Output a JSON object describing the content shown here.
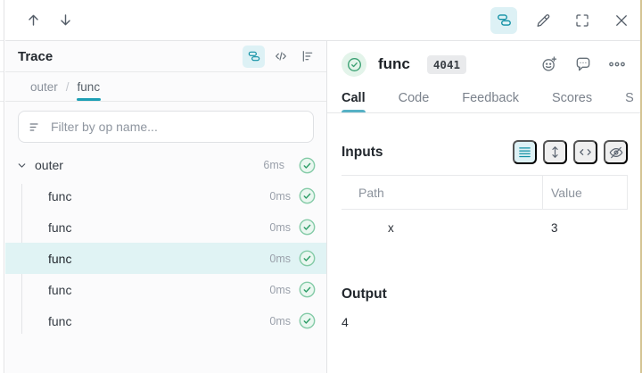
{
  "toolbar": {
    "icons": [
      "arrow-up",
      "arrow-down",
      "trace-tree",
      "pencil",
      "fullscreen",
      "close"
    ]
  },
  "trace_panel": {
    "title": "Trace",
    "view_icons": [
      "trace-tree",
      "code",
      "flame-graph"
    ],
    "breadcrumb": {
      "items": [
        "outer",
        "func"
      ],
      "separator": "/",
      "active": "func"
    },
    "filter": {
      "placeholder": "Filter by op name..."
    },
    "tree": [
      {
        "label": "outer",
        "duration": "6ms",
        "level": 0,
        "expanded": true,
        "status": "success",
        "selected": false
      },
      {
        "label": "func",
        "duration": "0ms",
        "level": 1,
        "status": "success",
        "selected": false
      },
      {
        "label": "func",
        "duration": "0ms",
        "level": 1,
        "status": "success",
        "selected": false
      },
      {
        "label": "func",
        "duration": "0ms",
        "level": 1,
        "status": "success",
        "selected": true
      },
      {
        "label": "func",
        "duration": "0ms",
        "level": 1,
        "status": "success",
        "selected": false
      },
      {
        "label": "func",
        "duration": "0ms",
        "level": 1,
        "status": "success",
        "selected": false
      }
    ]
  },
  "call_panel": {
    "status": "success",
    "title": "func",
    "badge": "4041",
    "header_icons": [
      "add-reaction",
      "comment",
      "overflow-menu"
    ],
    "tabs": [
      {
        "label": "Call",
        "active": true
      },
      {
        "label": "Code",
        "active": false
      },
      {
        "label": "Feedback",
        "active": false
      },
      {
        "label": "Scores",
        "active": false
      },
      {
        "label": "S",
        "active": false,
        "truncated": true
      }
    ],
    "inputs": {
      "heading": "Inputs",
      "view_icons": [
        "list-view",
        "expand-rows",
        "code-view",
        "hide-empty"
      ],
      "table": {
        "columns": [
          "Path",
          "Value"
        ],
        "rows": [
          {
            "path": "x",
            "value": "3"
          }
        ]
      }
    },
    "output": {
      "heading": "Output",
      "value": "4"
    }
  },
  "colors": {
    "accent_teal": "#0e8fa3",
    "accent_teal_bg": "#ddf1f5",
    "selected_row_bg": "#e0f3f4",
    "success_green": "#2f9e68",
    "success_green_bg": "#e3f4ea",
    "tab_underline": "#56b1c5",
    "breadcrumb_underline": "#1d9fb5"
  }
}
